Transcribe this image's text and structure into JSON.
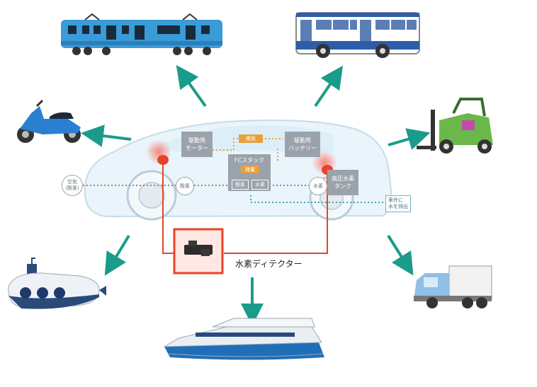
{
  "diagram": {
    "detector_label": "水素ディテクター",
    "boxes": {
      "motor": "駆動用\nモーター",
      "battery": "駆動用\nバッテリー",
      "fc_stack": "FCスタック",
      "hydrogen_tank": "高圧水素\nタンク"
    },
    "tags": {
      "electricity": "電気",
      "generation": "発電",
      "oxygen": "酸素",
      "hydrogen": "水素"
    },
    "inputs": {
      "air": "空気\n(酸素)",
      "oxygen": "酸素",
      "hydrogen": "水素"
    },
    "discharge": "車外に\n水を排出",
    "vehicles": [
      "train-icon",
      "bus-icon",
      "scooter-icon",
      "forklift-icon",
      "submarine-icon",
      "truck-icon",
      "ship-icon",
      "car-icon",
      "detector-icon"
    ],
    "colors": {
      "arrow": "#1a9c8a",
      "sensor": "#e8432a",
      "box": "#9aa3ab",
      "tag": "#e8a13a"
    }
  }
}
